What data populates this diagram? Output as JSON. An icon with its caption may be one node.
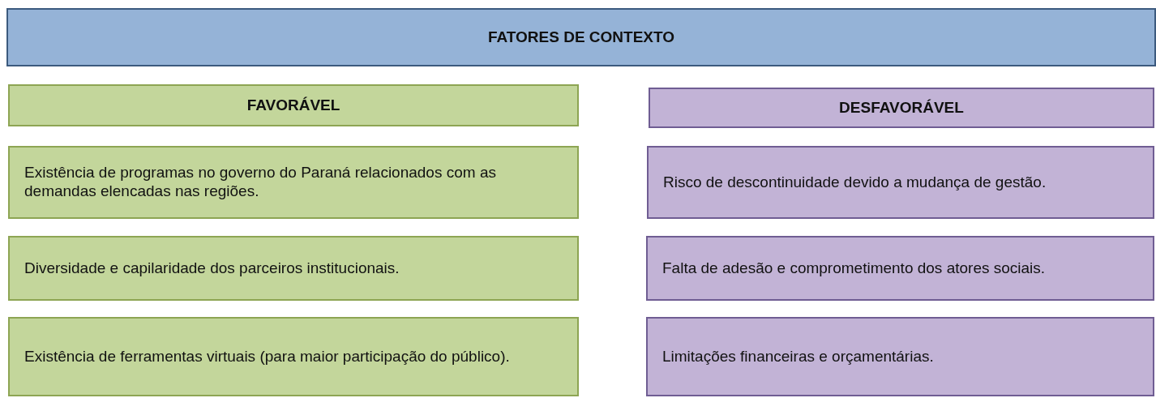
{
  "diagram": {
    "title": "FATORES DE CONTEXTO",
    "nodes": [
      {
        "text": [
          "FAVORÁVEL"
        ]
      },
      {
        "text": [
          "Existência de programas no governo do Paraná relacionados com as demandas elencadas nas regiões."
        ]
      },
      {
        "text": [
          "Diversidade e capilaridade dos parceiros institucionais."
        ]
      },
      {
        "text": [
          "Existência de ferramentas virtuais (para maior participação do público)."
        ]
      },
      {
        "text": [
          "DESFAVORÁVEL"
        ]
      },
      {
        "text": [
          "Risco de descontinuidade devido a mudança de gestão."
        ]
      },
      {
        "text": [
          "Falta de adesão e comprometimento dos atores sociais."
        ]
      },
      {
        "text": [
          "Limitações financeiras e orçamentárias."
        ]
      }
    ]
  }
}
